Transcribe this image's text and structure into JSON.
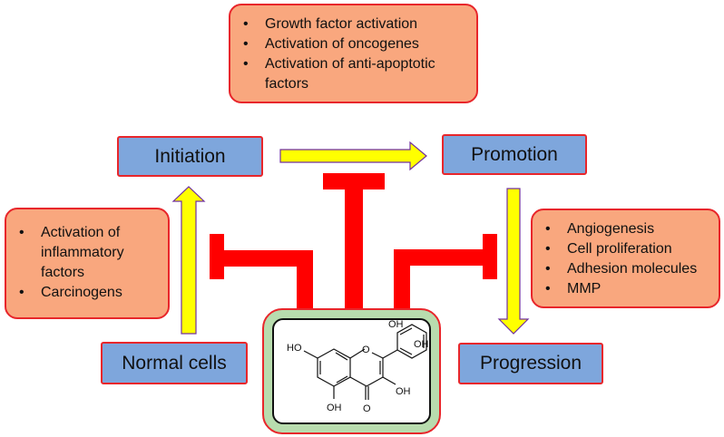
{
  "notes": {
    "top": {
      "items": [
        "Growth factor activation",
        "Activation of oncogenes",
        "Activation of anti-apoptotic factors"
      ]
    },
    "left": {
      "items": [
        "Activation of inflammatory factors",
        "Carcinogens"
      ]
    },
    "right": {
      "items": [
        "Angiogenesis",
        "Cell proliferation",
        "Adhesion molecules",
        "MMP"
      ]
    }
  },
  "stages": {
    "initiation": "Initiation",
    "promotion": "Promotion",
    "normal_cells": "Normal cells",
    "progression": "Progression"
  },
  "molecule": {
    "labels": {
      "oh_top1": "OH",
      "oh_top2": "OH",
      "ho_left": "HO",
      "oh_bottom_left": "OH",
      "oh_right": "OH",
      "o_carbonyl": "O",
      "o_ring": "O"
    }
  },
  "colors": {
    "note_fill": "#f9a77e",
    "stage_fill": "#7ea6dc",
    "border_red": "#e8262b",
    "arrow_yellow": "#ffff00",
    "arrow_outline": "#7030a0",
    "inhibit_red": "#ff0000",
    "molecule_frame": "#b8dcae"
  }
}
